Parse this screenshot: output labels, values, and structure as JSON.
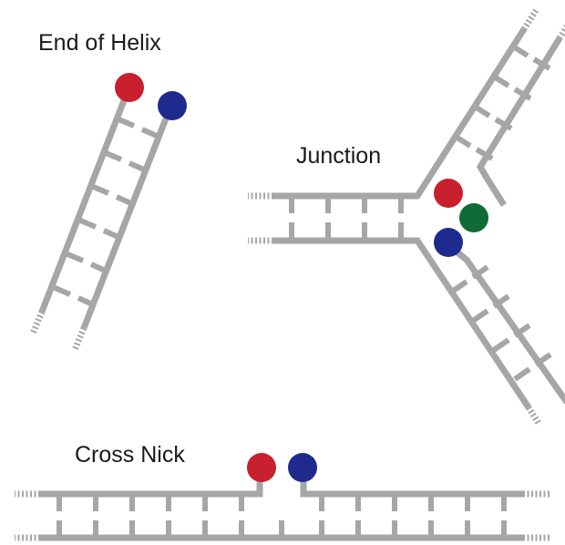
{
  "labels": {
    "end_of_helix": "End of Helix",
    "junction": "Junction",
    "cross_nick": "Cross Nick"
  },
  "colors": {
    "strand": "#a6a6a6",
    "red": "#c8202e",
    "blue": "#1f2a8f",
    "green": "#0f6b35",
    "text": "#1a1a1a"
  }
}
